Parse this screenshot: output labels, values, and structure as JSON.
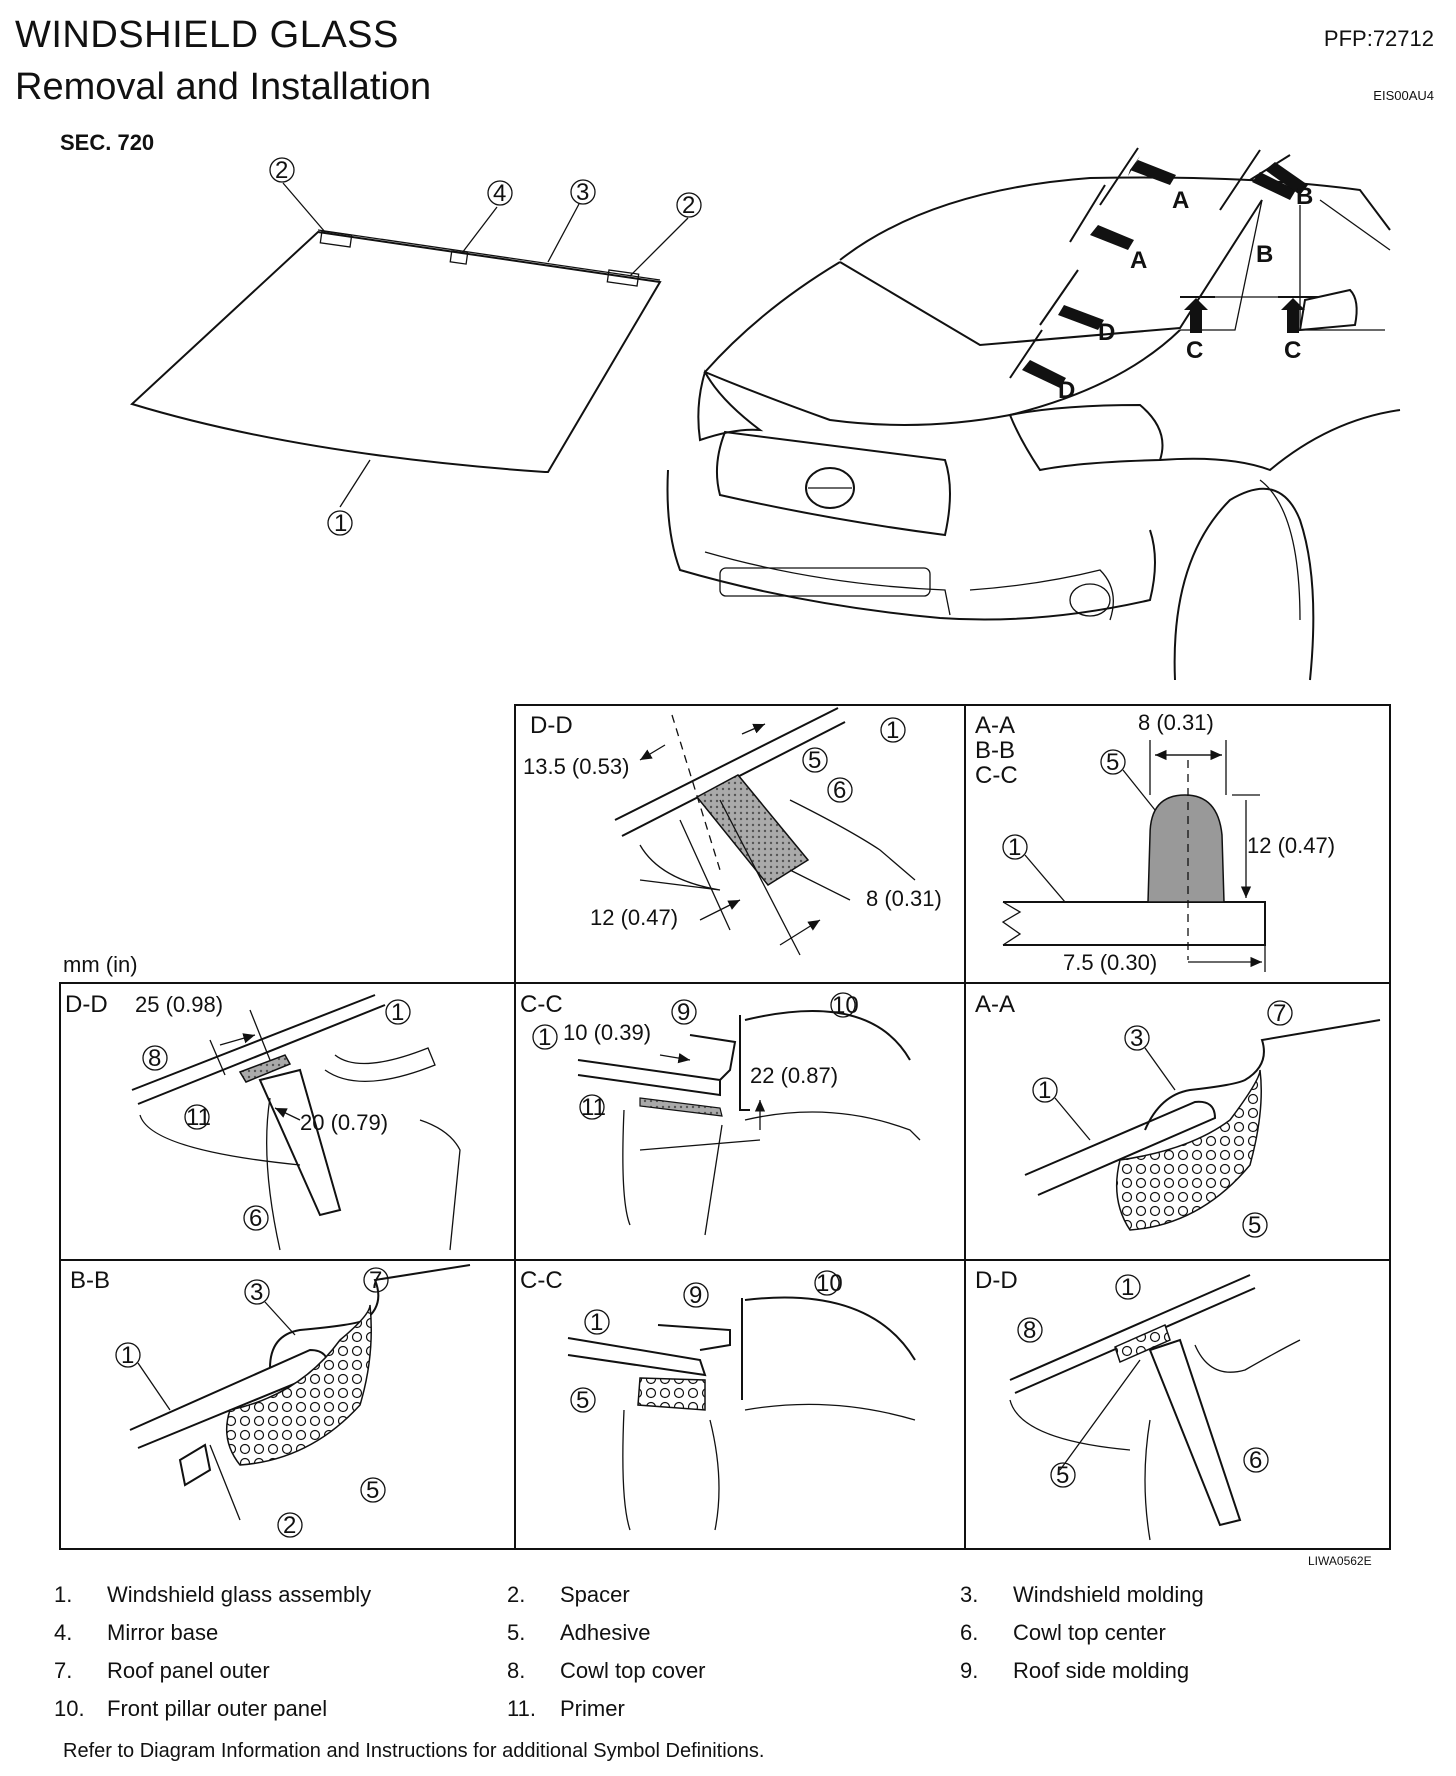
{
  "header": {
    "title": "WINDSHIELD GLASS",
    "subtitle": "Removal and Installation",
    "pfp": "PFP:72712",
    "code": "EIS00AU4",
    "section": "SEC. 720"
  },
  "figure": {
    "code": "LIWA0562E",
    "units": "mm (in)",
    "callouts": [
      "1",
      "2",
      "3",
      "4",
      "5",
      "6",
      "7",
      "8",
      "9",
      "10",
      "11"
    ],
    "car_arrows": [
      "A",
      "A",
      "B",
      "B",
      "C",
      "C",
      "D",
      "D"
    ],
    "panels": {
      "dd_top": {
        "label": "D-D",
        "dims": [
          "13.5 (0.53)",
          "12 (0.47)",
          "8 (0.31)"
        ]
      },
      "abc_top": {
        "labels": [
          "A-A",
          "B-B",
          "C-C"
        ],
        "dims": [
          "8 (0.31)",
          "12 (0.47)",
          "7.5 (0.30)"
        ]
      },
      "dd_mid": {
        "label": "D-D",
        "dims": [
          "25 (0.98)",
          "20 (0.79)"
        ]
      },
      "cc_mid": {
        "label": "C-C",
        "dims": [
          "10 (0.39)",
          "22 (0.87)"
        ]
      },
      "aa_mid": {
        "label": "A-A"
      },
      "bb_bot": {
        "label": "B-B"
      },
      "cc_bot": {
        "label": "C-C"
      },
      "dd_bot": {
        "label": "D-D"
      }
    }
  },
  "legend": [
    {
      "num": "1.",
      "text": "Windshield glass assembly"
    },
    {
      "num": "2.",
      "text": "Spacer"
    },
    {
      "num": "3.",
      "text": "Windshield molding"
    },
    {
      "num": "4.",
      "text": "Mirror base"
    },
    {
      "num": "5.",
      "text": "Adhesive"
    },
    {
      "num": "6.",
      "text": "Cowl top center"
    },
    {
      "num": "7.",
      "text": "Roof panel outer"
    },
    {
      "num": "8.",
      "text": "Cowl top cover"
    },
    {
      "num": "9.",
      "text": "Roof side molding"
    },
    {
      "num": "10.",
      "text": "Front pillar outer panel"
    },
    {
      "num": "11.",
      "text": "Primer"
    }
  ],
  "footer": "Refer to Diagram Information and Instructions for additional Symbol Definitions."
}
